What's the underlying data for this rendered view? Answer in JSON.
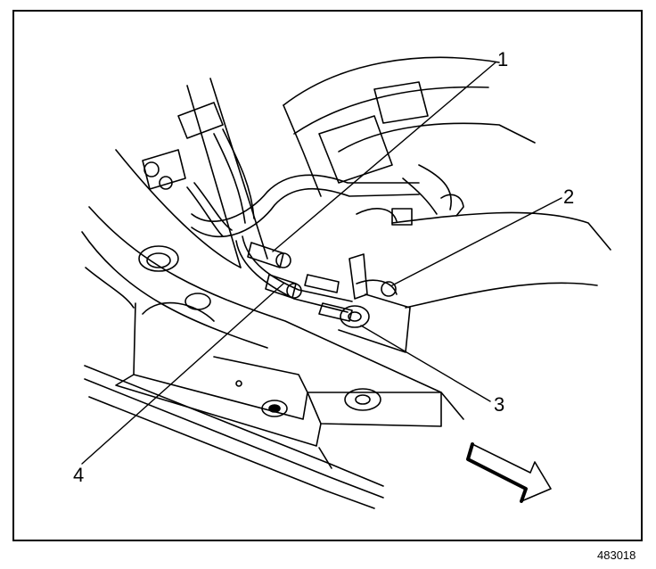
{
  "callouts": [
    {
      "id": "1",
      "label": "1"
    },
    {
      "id": "2",
      "label": "2"
    },
    {
      "id": "3",
      "label": "3"
    },
    {
      "id": "4",
      "label": "4"
    }
  ],
  "figure_id": "483018",
  "colors": {
    "ink": "#000000",
    "paper": "#ffffff"
  }
}
